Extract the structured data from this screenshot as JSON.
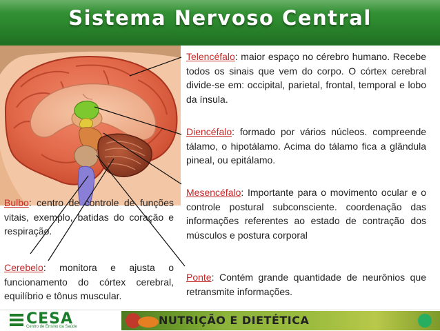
{
  "title": "Sistema Nervoso Central",
  "blocks": {
    "telencefalo": {
      "term": "Telencéfalo",
      "lines": [
        ": maior espaço no cérebro",
        "humano. Recebe todos os sinais que vem do",
        "corpo. O córtex cerebral divide-se em:",
        "occipital, parietal, frontal, temporal e lobo da",
        "ínsula."
      ]
    },
    "diencefalo": {
      "term": "Diencéfalo",
      "lines": [
        ": formado por vários núcleos.",
        "compreende tálamo, o hipotálamo. Acima do",
        "tálamo fica a glândula pineal, ou epitálamo."
      ]
    },
    "mesencefalo": {
      "term": "Mesencéfalo",
      "lines": [
        ": Importante para o movimento",
        "ocular e o controle postural subconsciente.",
        "coordenação das informações referentes ao",
        "estado de contração dos músculos e postura",
        "corporal"
      ]
    },
    "ponte": {
      "term": "Ponte",
      "lines": [
        ": Contém grande quantidade de",
        "neurônios que retransmite informações."
      ]
    },
    "bulbo": {
      "term": "Bulbo",
      "lines": [
        ": centro de controle de",
        "funções vitais, exemplo, batidas",
        "do coração e respiração."
      ]
    },
    "cerebelo": {
      "term": "Cerebelo",
      "lines": [
        ": monitora e ajusta o",
        "funcionamento do córtex",
        "cerebral, equilíbrio e tônus",
        "muscular."
      ]
    }
  },
  "footer": {
    "logo": "CESA",
    "logo_subtitle": "Centro de Ensino da Saúde",
    "course": "NUTRIÇÃO E DIETÉTICA"
  },
  "colors": {
    "header_green": "#2e8a2f",
    "term_red": "#c62828",
    "body_text": "#222222",
    "hypothalamus_green": "#7ec82f",
    "brainstem_purple": "#8a7fd6",
    "pineal_yellow": "#e3c93c"
  }
}
